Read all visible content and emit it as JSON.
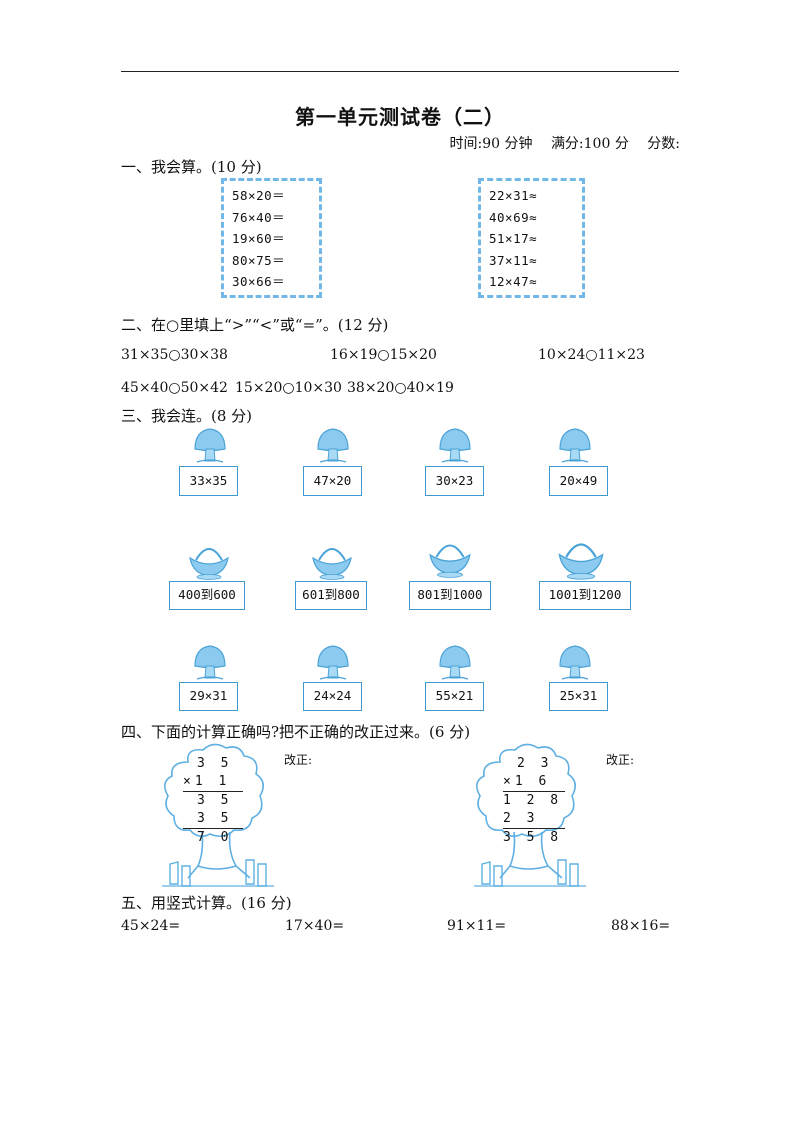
{
  "title": "第一单元测试卷（二）",
  "meta": {
    "time": "时间:90 分钟",
    "full": "满分:100 分",
    "score": "分数:"
  },
  "sections": {
    "s1": {
      "heading": "一、我会算。(10 分)",
      "left": [
        "58×20＝",
        "76×40＝",
        "19×60＝",
        "80×75＝",
        "30×66＝"
      ],
      "right": [
        "22×31≈",
        "40×69≈",
        "51×17≈",
        "37×11≈",
        "12×47≈"
      ]
    },
    "s2": {
      "heading": "二、在○里填上“>”“<”或“=”。(12 分)",
      "row1": [
        "31×35○30×38",
        "16×19○15×20",
        "10×24○11×23"
      ],
      "row2": [
        "45×40○50×42",
        "15×20○10×30",
        "38×20○40×19"
      ]
    },
    "s3": {
      "heading": "三、我会连。(8 分)",
      "top": [
        "33×35",
        "47×20",
        "30×23",
        "20×49"
      ],
      "middle": [
        "400到600",
        "601到800",
        "801到1000",
        "1001到1200"
      ],
      "bottom": [
        "29×31",
        "24×24",
        "55×21",
        "25×31"
      ]
    },
    "s4": {
      "heading": "四、下面的计算正确吗?把不正确的改正过来。(6 分)",
      "fix_label": "改正:",
      "calc1": [
        "3 5",
        "×1 1",
        "3 5",
        "3 5",
        "7 0"
      ],
      "calc2": [
        "2 3",
        "×1 6",
        "1 2 8",
        "2 3",
        "3 5 8"
      ]
    },
    "s5": {
      "heading": "五、用竖式计算。(16 分)",
      "items": [
        "45×24=",
        "17×40=",
        "91×11=",
        "88×16="
      ]
    }
  },
  "colors": {
    "accent": "#6fb8e8",
    "box_border": "#3f98cf",
    "illustration": "#7cc0ea"
  },
  "icons": [
    "mushroom-icon",
    "basket-icon",
    "tree-icon"
  ]
}
